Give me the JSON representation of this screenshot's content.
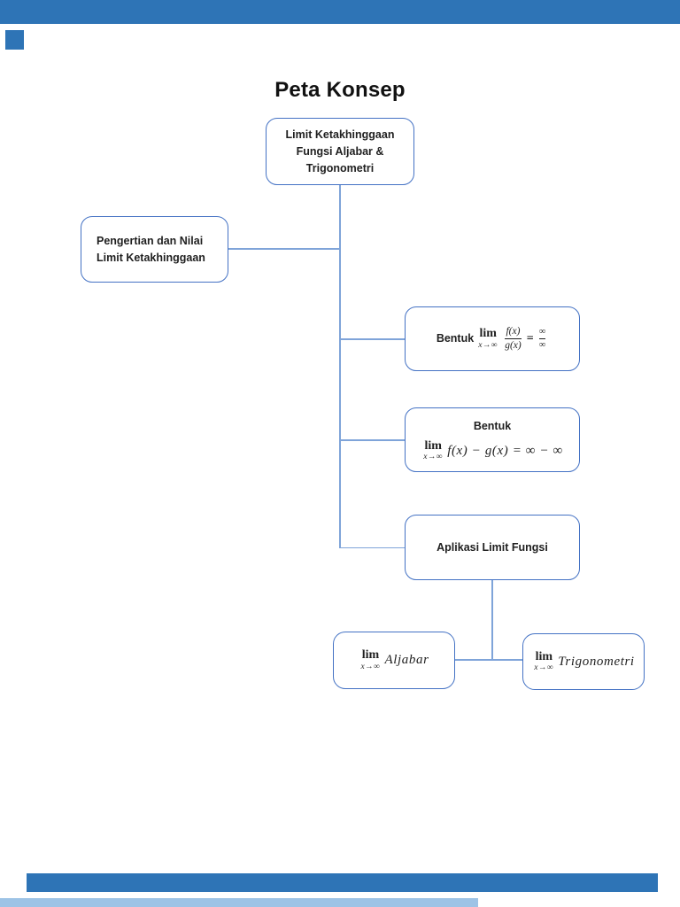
{
  "title": "Peta Konsep",
  "colors": {
    "accent_bar": "#2E74B6",
    "accent_light": "#9DC3E6",
    "box_border": "#4472C4",
    "connector_line": "#7FA4D9",
    "text": "#1F1F1F"
  },
  "boxes": {
    "root": {
      "line1": "Limit Ketakhinggaan",
      "line2": "Fungsi Aljabar &",
      "line3": "Trigonometri"
    },
    "pengertian": {
      "line1": "Pengertian dan Nilai",
      "line2": "Limit Ketakhinggaan"
    },
    "bentuk_ratio": {
      "prefix": "Bentuk",
      "lim": "lim",
      "lim_sub": "x→∞",
      "frac_num": "f(x)",
      "frac_den": "g(x)",
      "equals": "=",
      "inf_num": "∞",
      "inf_den": "∞"
    },
    "bentuk_diff": {
      "title": "Bentuk",
      "lim": "lim",
      "lim_sub": "x→∞",
      "expr": "f(x) − g(x) = ∞ − ∞"
    },
    "aplikasi": {
      "label": "Aplikasi Limit Fungsi"
    },
    "aljabar": {
      "lim": "lim",
      "lim_sub": "x→∞",
      "label": "Aljabar"
    },
    "trigonometri": {
      "lim": "lim",
      "lim_sub": "x→∞",
      "label": "Trigonometri"
    }
  }
}
